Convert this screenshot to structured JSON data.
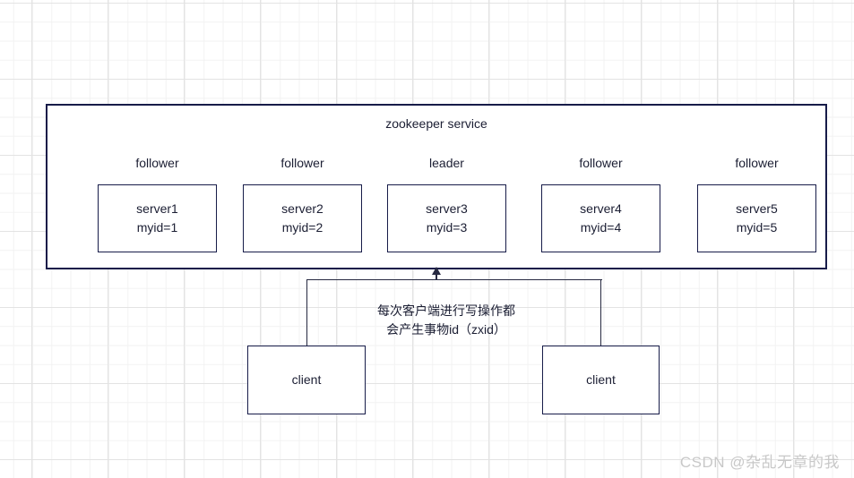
{
  "diagram": {
    "title": "zookeeper service",
    "servers": [
      {
        "role": "follower",
        "name": "server1",
        "myid": "myid=1"
      },
      {
        "role": "follower",
        "name": "server2",
        "myid": "myid=2"
      },
      {
        "role": "leader",
        "name": "server3",
        "myid": "myid=3"
      },
      {
        "role": "follower",
        "name": "server4",
        "myid": "myid=4"
      },
      {
        "role": "follower",
        "name": "server5",
        "myid": "myid=5"
      }
    ],
    "clients": [
      {
        "label": "client"
      },
      {
        "label": "client"
      }
    ],
    "annotation": {
      "line1": "每次客户端进行写操作都",
      "line2": "会产生事物id（zxid）"
    },
    "watermark": "CSDN @杂乱无章的我",
    "colors": {
      "background": "#ffffff",
      "box_border": "#171c49",
      "connector": "#262940",
      "text": "#1b1e33",
      "watermark": "#c8c8c8",
      "grid_minor": "#f2f2f2",
      "grid_major": "#e3e3e3"
    }
  }
}
